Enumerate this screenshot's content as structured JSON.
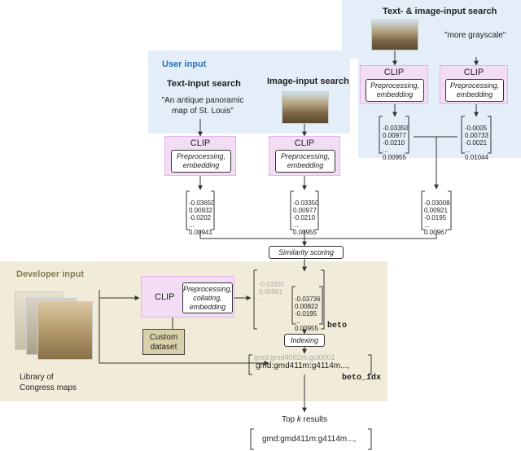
{
  "user_input": {
    "heading": "User input",
    "text_search": {
      "title": "Text-input search",
      "query": "\"An antique panoramic map of St. Louis\""
    },
    "image_search": {
      "title": "Image-input search"
    }
  },
  "combo_search": {
    "title": "Text- & image-input search",
    "query": "\"more grayscale\""
  },
  "clip": {
    "label": "CLIP",
    "process": "Preprocessing, embedding",
    "dev_process": "Preprocessing, collating, embedding"
  },
  "vectors": {
    "text": [
      "-0.03650",
      "0.00932",
      "-0.0202",
      "...",
      "0.00941"
    ],
    "image": [
      "-0.03350",
      "0.00977",
      "-0.0210",
      "...",
      "0.00955"
    ],
    "combo_image": [
      "-0.03350",
      "0.00977",
      "-0.0210",
      "...",
      "0.00955"
    ],
    "combo_text": [
      "-0.0005",
      "0.00733",
      "-0.0021",
      "...",
      "0.01044"
    ],
    "combined": [
      "-0.03008",
      "0.00921",
      "-0.0195",
      "...",
      "0.00967"
    ],
    "beto_back": [
      "-0.03331",
      "0.00961",
      "..."
    ],
    "beto_front": [
      "-0.03736",
      "0.00822",
      "-0.0195",
      "...",
      "0.00955"
    ]
  },
  "steps": {
    "similarity": "Similarity scoring",
    "indexing": "Indexing"
  },
  "developer": {
    "heading": "Developer input",
    "custom_dataset": "Custom dataset",
    "library": "Library of Congress maps"
  },
  "labels": {
    "beto": "beto",
    "beto_idx": "beto_idx",
    "index_back": "gmd:gmd4002m.gct0001",
    "index_front": "gmd:gmd411m:g4114m...,"
  },
  "results": {
    "title_pre": "Top ",
    "title_k": "k",
    "title_post": " results",
    "value": "gmd:gmd411m:g4114m...,"
  },
  "colors": {
    "user_panel": "#e3eef8",
    "dev_panel": "#f1ecd9",
    "clip_fill": "#f2ddf5",
    "clip_border": "#e2b5ea",
    "user_heading": "#2a6fb8",
    "dev_heading": "#8a7a55",
    "dataset_fill": "#d9cfa9"
  }
}
